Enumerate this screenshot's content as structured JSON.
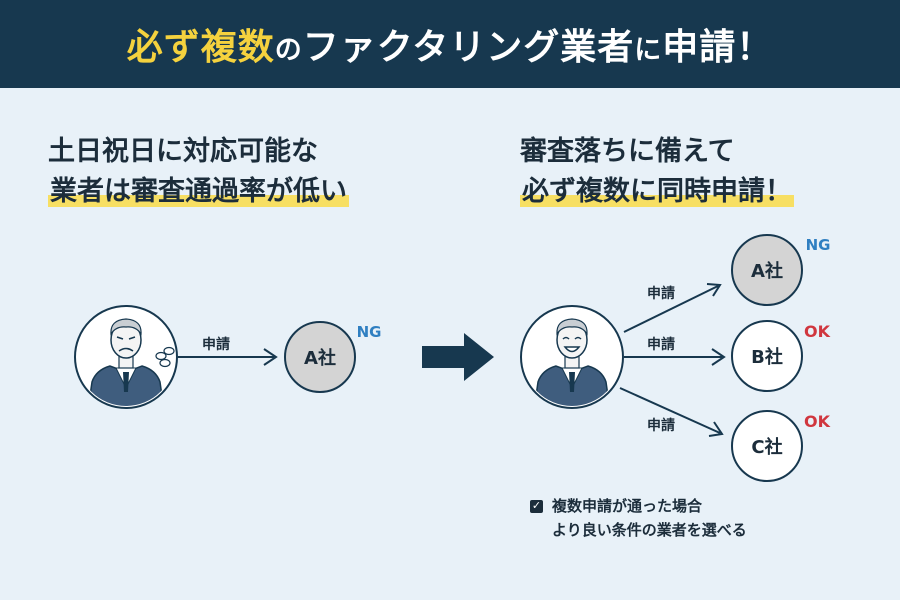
{
  "banner": {
    "title_part1": "必ず複数",
    "title_part2": "の",
    "title_part3": "ファクタリング業者",
    "title_part4": "に",
    "title_part5": "申請！"
  },
  "left": {
    "headline_line1": "土日祝日に対応可能な",
    "headline_line2": "業者は審査通過率が低い",
    "arrow_label": "申請",
    "company": {
      "name": "A社",
      "result": "NG"
    }
  },
  "right": {
    "headline_line1": "審査落ちに備えて",
    "headline_line2": "必ず複数に同時申請！",
    "arrow_label": "申請",
    "companies": [
      {
        "name": "A社",
        "result": "NG"
      },
      {
        "name": "B社",
        "result": "OK"
      },
      {
        "name": "C社",
        "result": "OK"
      }
    ],
    "note_line1": "複数申請が通った場合",
    "note_line2": "より良い条件の業者を選べる"
  },
  "colors": {
    "navy": "#17384f",
    "background": "#e8f1f8",
    "highlight_yellow": "#f7df63",
    "title_yellow": "#f5d23e",
    "ng_blue": "#2f7fc1",
    "ok_red": "#d0363e",
    "rejected_fill": "#d4d4d4"
  }
}
